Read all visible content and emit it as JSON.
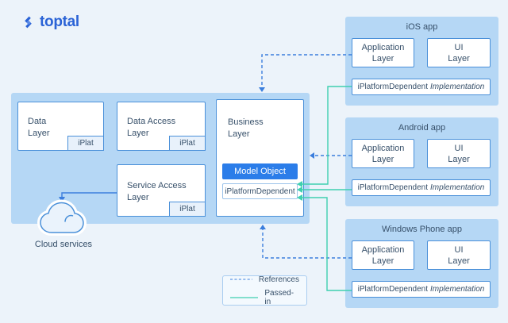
{
  "logo": {
    "text": "toptal"
  },
  "colors": {
    "page-bg": "#ecf3fa",
    "container-fill": "#b5d7f5",
    "box-border": "#4a90d9",
    "text": "#37506a",
    "accent-blue": "#3b7edd",
    "teal": "#3ed0b0",
    "model-fill": "#2b7de9",
    "tag-fill": "#e8f1fb",
    "logo-blue": "#2b63d6",
    "legend-fill": "#f3f9fe",
    "legend-border": "#aacdf0"
  },
  "core": {
    "data_layer": {
      "label": [
        "Data",
        "Layer"
      ],
      "tag": "iPlat"
    },
    "data_access_layer": {
      "label": [
        "Data Access",
        "Layer"
      ],
      "tag": "iPlat"
    },
    "service_access_layer": {
      "label": [
        "Service Access",
        "Layer"
      ],
      "tag": "iPlat"
    },
    "business_layer": {
      "label": [
        "Business",
        "Layer"
      ],
      "model_object": "Model Object",
      "interface": "iPlatformDependent"
    }
  },
  "cloud": {
    "label": "Cloud services"
  },
  "apps": [
    {
      "title": "iOS app",
      "application_layer": [
        "Application",
        "Layer"
      ],
      "ui_layer": [
        "UI",
        "Layer"
      ],
      "impl_name": "iPlatformDependent",
      "impl_type": "Implementation"
    },
    {
      "title": "Android app",
      "application_layer": [
        "Application",
        "Layer"
      ],
      "ui_layer": [
        "UI",
        "Layer"
      ],
      "impl_name": "iPlatformDependent",
      "impl_type": "Implementation"
    },
    {
      "title": "Windows Phone app",
      "application_layer": [
        "Application",
        "Layer"
      ],
      "ui_layer": [
        "UI",
        "Layer"
      ],
      "impl_name": "iPlatformDependent",
      "impl_type": "Implementation"
    }
  ],
  "legend": {
    "references": "References",
    "passed_in": "Passed-in"
  }
}
